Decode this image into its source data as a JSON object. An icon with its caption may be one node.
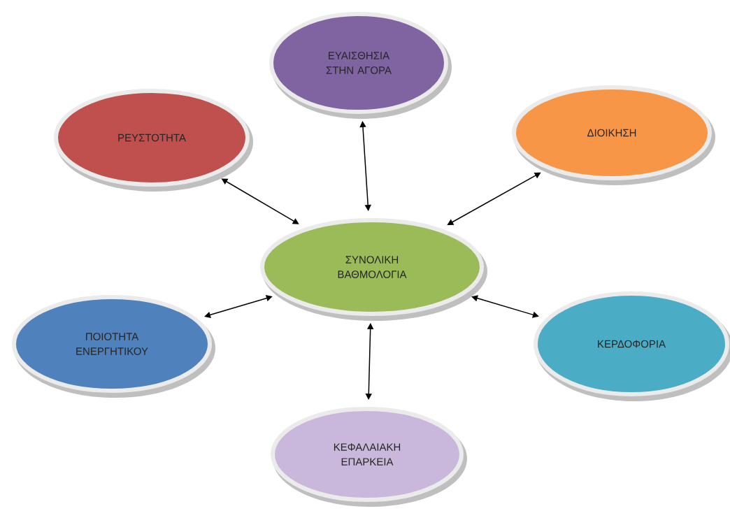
{
  "diagram": {
    "nodes": [
      {
        "text": [
          "ΕΥΑΙΣΘΗΣΙΑ ΣΤΗΝ ΑΓΟΡΑ"
        ]
      },
      {
        "text": [
          "ΡΕΥΣΤΟΤΗΤΑ"
        ]
      },
      {
        "text": [
          "ΔΙΟΙΚΗΣΗ"
        ]
      },
      {
        "text": [
          "ΣΥΝΟΛΙΚΗ ΒΑΘΜΟΛΟΓΙΑ"
        ]
      },
      {
        "text": [
          "ΠΟΙΟΤΗΤΑ ΕΝΕΡΓΗΤΙΚΟΥ"
        ]
      },
      {
        "text": [
          "ΚΕΡΔΟΦΟΡΙΑ"
        ]
      },
      {
        "text": [
          "ΚΕΦΑΛΑΙΑΚΗ ΕΠΑΡΚΕΙΑ"
        ]
      }
    ],
    "edges": [
      {
        "from": 3,
        "to": 0,
        "arrow": "both"
      },
      {
        "from": 3,
        "to": 1,
        "arrow": "both"
      },
      {
        "from": 3,
        "to": 2,
        "arrow": "both"
      },
      {
        "from": 3,
        "to": 4,
        "arrow": "both"
      },
      {
        "from": 3,
        "to": 5,
        "arrow": "both"
      },
      {
        "from": 3,
        "to": 6,
        "arrow": "both"
      }
    ]
  }
}
